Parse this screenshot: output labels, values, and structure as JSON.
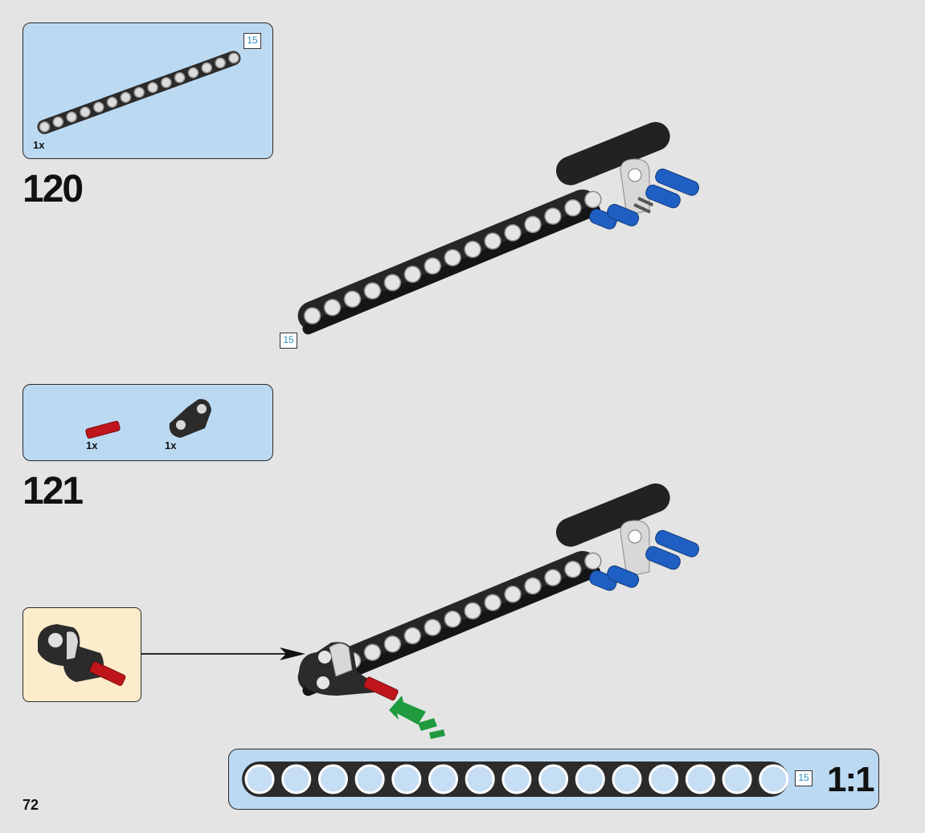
{
  "steps": [
    {
      "number": "120",
      "parts": [
        {
          "name": "15-module beam",
          "qty": "1x",
          "length_badge": "15",
          "color": "#2b2b2b"
        }
      ],
      "model_length_badge": "15"
    },
    {
      "number": "121",
      "parts": [
        {
          "name": "axle pin",
          "qty": "1x",
          "color": "#c0161b"
        },
        {
          "name": "angle connector",
          "qty": "1x",
          "color": "#2b2b2b"
        }
      ]
    }
  ],
  "scale_strip": {
    "length_badge": "15",
    "label": "1:1",
    "hole_count": 15
  },
  "colors": {
    "panel": "#bcd9f2",
    "callout": "#fdeccb",
    "beam": "#2b2b2b",
    "pin_blue": "#1f5fc4",
    "pin_red": "#c0161b",
    "arrow_green": "#1f9a3e",
    "badge_text": "#2a8fc0"
  },
  "page": {
    "number": "72"
  }
}
